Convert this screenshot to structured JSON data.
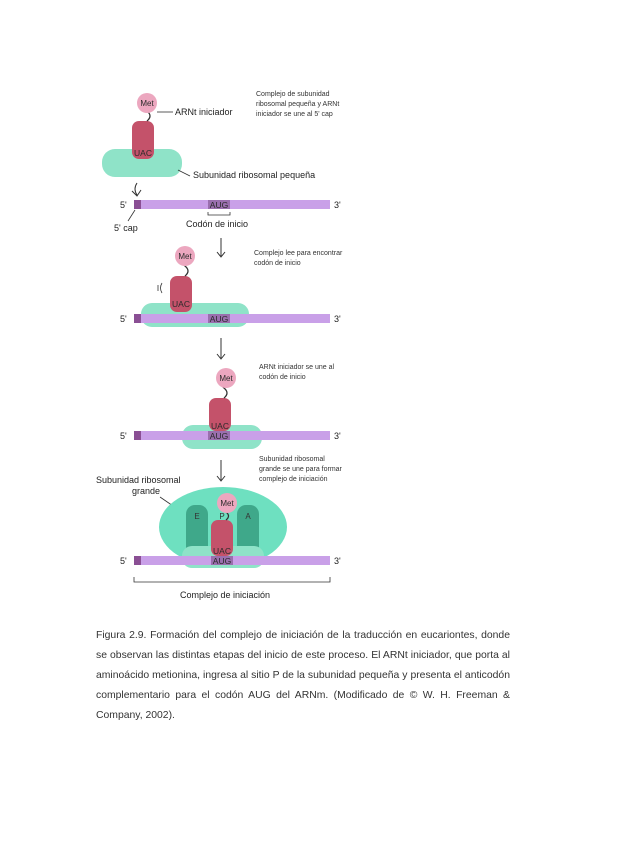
{
  "labels": {
    "met": "Met",
    "arnt_iniciador": "ARNt iniciador",
    "uac": "UAC",
    "aug": "AUG",
    "five_prime": "5'",
    "three_prime": "3'",
    "five_prime_cap": "5' cap",
    "subunidad_pequena": "Subunidad ribosomal pequeña",
    "codon_inicio": "Codón de inicio",
    "subunidad_grande_l1": "Subunidad ribosomal",
    "subunidad_grande_l2": "grande",
    "complejo_iniciacion": "Complejo de iniciación",
    "site_e": "E",
    "site_p": "P",
    "site_a": "A"
  },
  "notes": {
    "step1": [
      "Complejo de subunidad",
      "ribosomal pequeña y ARNt",
      "iniciador se une al 5' cap"
    ],
    "step2": [
      "Complejo lee para encontrar",
      "codón de inicio"
    ],
    "step3": [
      "ARNt iniciador se une al",
      "codón de inicio"
    ],
    "step4": [
      "Subunidad ribosomal",
      "grande se une para formar",
      "complejo de iniciación"
    ]
  },
  "caption": "Figura 2.9. Formación del complejo de iniciación de la traducción en eucariontes, donde se observan las distintas etapas del inicio de este proceso. El ARNt iniciador, que porta al aminoácido metionina, ingresa al sitio P de la subunidad pequeña y presenta el anticodón complementario para el codón AUG del ARNm. (Modificado de © W. H. Freeman & Company, 2002).",
  "colors": {
    "mrna": "#c9a0e8",
    "cap": "#8a4f94",
    "aug_box": "#9a6fae",
    "small_subunit": "#8fe3c8",
    "large_subunit": "#6ee0c0",
    "sites": "#3fa88a",
    "trna": "#c4526a",
    "met": "#eca7bf"
  }
}
